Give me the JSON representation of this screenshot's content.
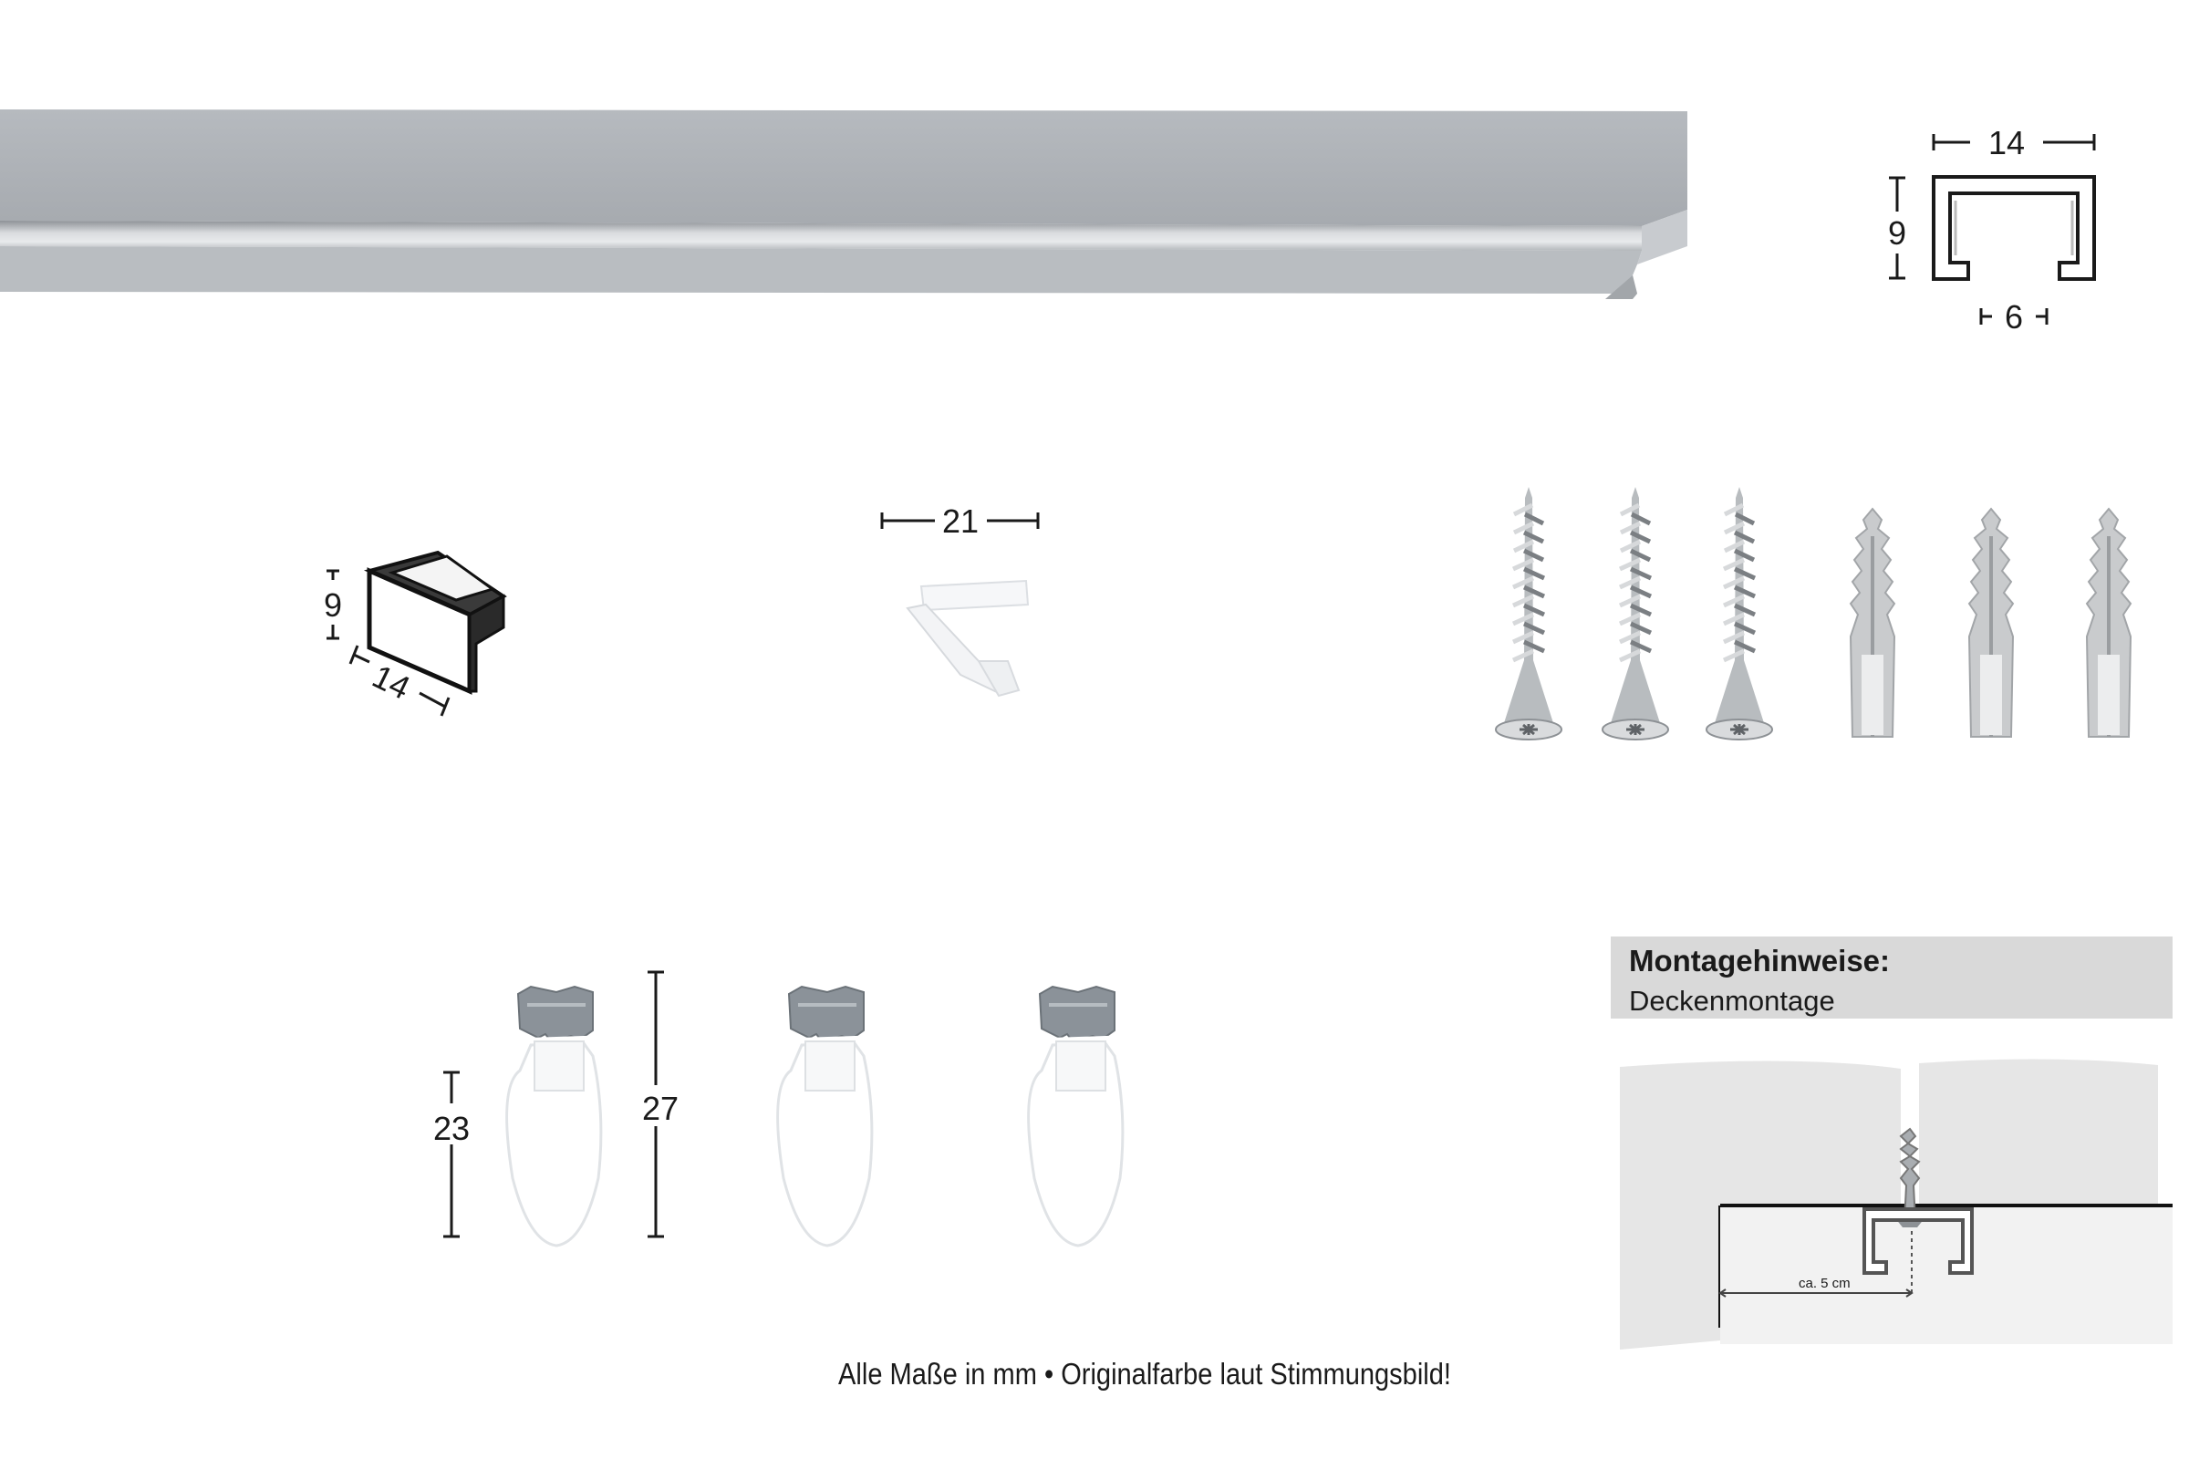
{
  "rail": {
    "profile_dims": {
      "width": "14",
      "height": "9",
      "opening": "6"
    },
    "colors": {
      "rail_top": "#b8bcc0",
      "rail_side": "#a9adb1",
      "rail_groove": "#c9ccd0"
    }
  },
  "end_cap": {
    "dims": {
      "height": "9",
      "width": "14"
    }
  },
  "glider": {
    "dims": {
      "width": "21"
    }
  },
  "screws": {
    "count": 3,
    "icon": "screw-icon"
  },
  "dowels": {
    "count": 3,
    "icon": "wall-plug-icon"
  },
  "hooks": {
    "count": 3,
    "dims": {
      "inner": "23",
      "total": "27"
    },
    "icon": "curtain-hook-icon"
  },
  "mounting": {
    "title": "Montagehinweise:",
    "subtitle": "Deckenmontage",
    "distance_label": "ca. 5 cm"
  },
  "footer_note": "Alle Maße in mm • Originalfarbe laut Stimmungsbild!"
}
